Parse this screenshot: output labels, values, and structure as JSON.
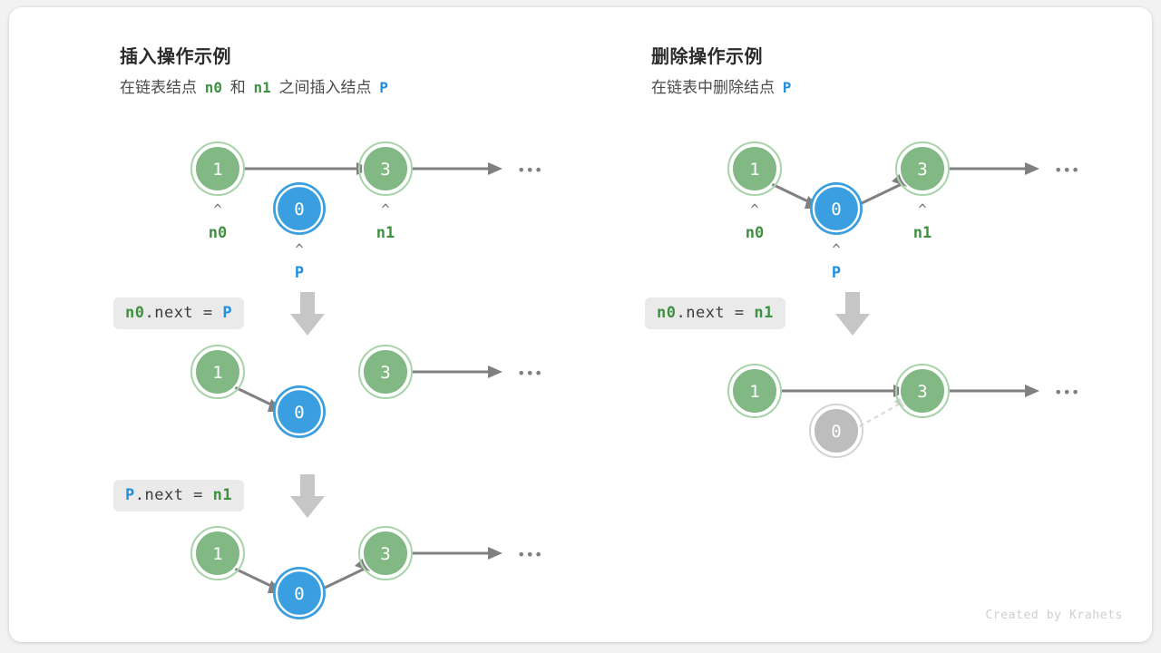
{
  "colors": {
    "node_green_fill": "#81b883",
    "node_green_ring": "#a8d3a9",
    "node_blue_fill": "#3a9fe0",
    "node_blue_ring": "#3a9fe0",
    "node_gray_fill": "#bdbdbd",
    "node_gray_ring": "#d4d4d4",
    "arrow_gray": "#808080",
    "dashed_gray": "#d8d8d8",
    "block_arrow": "#c6c6c6",
    "label_green": "#3d9140",
    "label_blue": "#1f8fe0",
    "code_bg": "#eaeaea",
    "card_bg": "#ffffff",
    "page_bg": "#f2f2f2"
  },
  "left_panel": {
    "title": "插入操作示例",
    "subtitle_parts": [
      {
        "text": "在链表结点",
        "kind": "plain"
      },
      {
        "text": "n0",
        "kind": "green"
      },
      {
        "text": "和",
        "kind": "plain"
      },
      {
        "text": "n1",
        "kind": "green"
      },
      {
        "text": "之间插入结点",
        "kind": "plain"
      },
      {
        "text": "P",
        "kind": "blue"
      }
    ],
    "steps": [
      {
        "code_parts": [
          {
            "text": "n0",
            "kind": "green"
          },
          {
            "text": ".next = ",
            "kind": "plain"
          },
          {
            "text": "P",
            "kind": "blue"
          }
        ]
      },
      {
        "code_parts": [
          {
            "text": "P",
            "kind": "blue"
          },
          {
            "text": ".next = ",
            "kind": "plain"
          },
          {
            "text": "n1",
            "kind": "green"
          }
        ]
      }
    ],
    "rows": [
      {
        "name": "before-insert",
        "nodes": [
          {
            "value": "1",
            "color": "green",
            "pointer": "n0",
            "pointer_color": "green"
          },
          {
            "value": "0",
            "color": "blue",
            "pointer": "P",
            "pointer_color": "blue"
          },
          {
            "value": "3",
            "color": "green",
            "pointer": "n1",
            "pointer_color": "green"
          }
        ],
        "ellipsis": "•••"
      },
      {
        "name": "after-step-1",
        "nodes": [
          {
            "value": "1",
            "color": "green"
          },
          {
            "value": "0",
            "color": "blue"
          },
          {
            "value": "3",
            "color": "green"
          }
        ],
        "ellipsis": "•••"
      },
      {
        "name": "after-step-2",
        "nodes": [
          {
            "value": "1",
            "color": "green"
          },
          {
            "value": "0",
            "color": "blue"
          },
          {
            "value": "3",
            "color": "green"
          }
        ],
        "ellipsis": "•••"
      }
    ]
  },
  "right_panel": {
    "title": "删除操作示例",
    "subtitle_parts": [
      {
        "text": "在链表中删除结点",
        "kind": "plain"
      },
      {
        "text": "P",
        "kind": "blue"
      }
    ],
    "steps": [
      {
        "code_parts": [
          {
            "text": "n0",
            "kind": "green"
          },
          {
            "text": ".next = ",
            "kind": "plain"
          },
          {
            "text": "n1",
            "kind": "green"
          }
        ]
      }
    ],
    "rows": [
      {
        "name": "before-delete",
        "nodes": [
          {
            "value": "1",
            "color": "green",
            "pointer": "n0",
            "pointer_color": "green"
          },
          {
            "value": "0",
            "color": "blue",
            "pointer": "P",
            "pointer_color": "blue"
          },
          {
            "value": "3",
            "color": "green",
            "pointer": "n1",
            "pointer_color": "green"
          }
        ],
        "ellipsis": "•••"
      },
      {
        "name": "after-delete",
        "nodes": [
          {
            "value": "1",
            "color": "green"
          },
          {
            "value": "0",
            "color": "gray"
          },
          {
            "value": "3",
            "color": "green"
          }
        ],
        "ellipsis": "•••"
      }
    ]
  },
  "footer": {
    "credit": "Created by Krahets"
  }
}
